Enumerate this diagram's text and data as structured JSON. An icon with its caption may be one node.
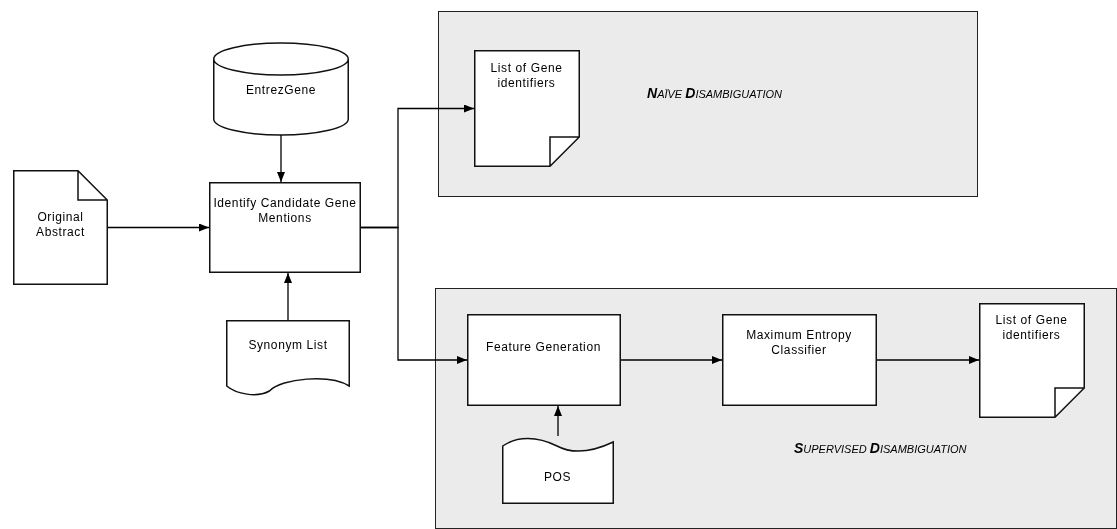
{
  "diagram": {
    "nodes": [
      {
        "text": [
          "EntrezGene"
        ]
      },
      {
        "text": [
          "Original Abstract"
        ]
      },
      {
        "text": [
          "Identify Candidate Gene Mentions"
        ]
      },
      {
        "text": [
          "Synonym List"
        ]
      },
      {
        "text": [
          "**N**AÏVE **D**ISAMBIGUATION"
        ]
      },
      {
        "text": [
          "List of Gene identifiers"
        ],
        "in": 4
      },
      {
        "text": [
          "**S**UPERVISED **D**ISAMBIGUATION"
        ]
      },
      {
        "text": [
          "Feature Generation"
        ],
        "in": 6
      },
      {
        "text": [
          "POS"
        ],
        "in": 6
      },
      {
        "text": [
          "Maximum Entropy Classifier"
        ],
        "in": 6
      },
      {
        "text": [
          "List of Gene identifiers"
        ],
        "in": 6
      }
    ],
    "edges": [
      {
        "from": 0,
        "to": 2,
        "arrow": "to"
      },
      {
        "from": 1,
        "to": 2,
        "arrow": "to"
      },
      {
        "from": 3,
        "to": 2,
        "arrow": "to"
      },
      {
        "from": 2,
        "to": 5,
        "arrow": "to"
      },
      {
        "from": 2,
        "to": 7,
        "arrow": "to"
      },
      {
        "from": 8,
        "to": 7,
        "arrow": "to"
      },
      {
        "from": 7,
        "to": 9,
        "arrow": "to"
      },
      {
        "from": 9,
        "to": 10,
        "arrow": "to"
      }
    ]
  }
}
